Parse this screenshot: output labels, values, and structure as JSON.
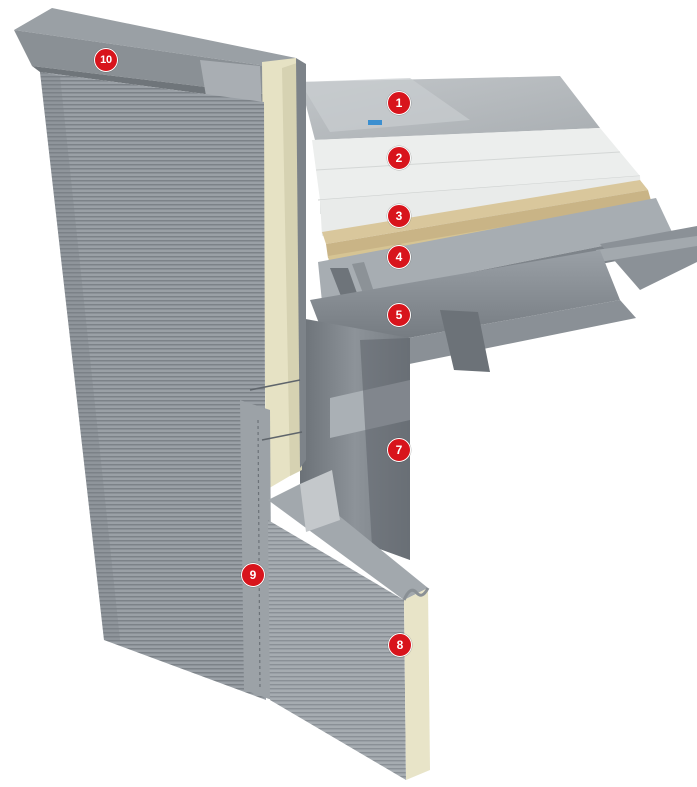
{
  "diagram": {
    "markers": [
      {
        "id": "m1",
        "label": "1"
      },
      {
        "id": "m2",
        "label": "2"
      },
      {
        "id": "m3",
        "label": "3"
      },
      {
        "id": "m4",
        "label": "4"
      },
      {
        "id": "m5",
        "label": "5"
      },
      {
        "id": "m7",
        "label": "7"
      },
      {
        "id": "m8",
        "label": "8"
      },
      {
        "id": "m9",
        "label": "9"
      },
      {
        "id": "m10",
        "label": "10"
      }
    ],
    "colors": {
      "marker": "#d8141c",
      "steel": "#8f959b",
      "steel_dark": "#6e747a",
      "steel_light": "#b3b8bd",
      "insulation_foam": "#ecedeb",
      "mineral_wool": "#d8c8a0",
      "panel_core": "#e8e4c8",
      "membrane": "#c9ccce"
    }
  }
}
